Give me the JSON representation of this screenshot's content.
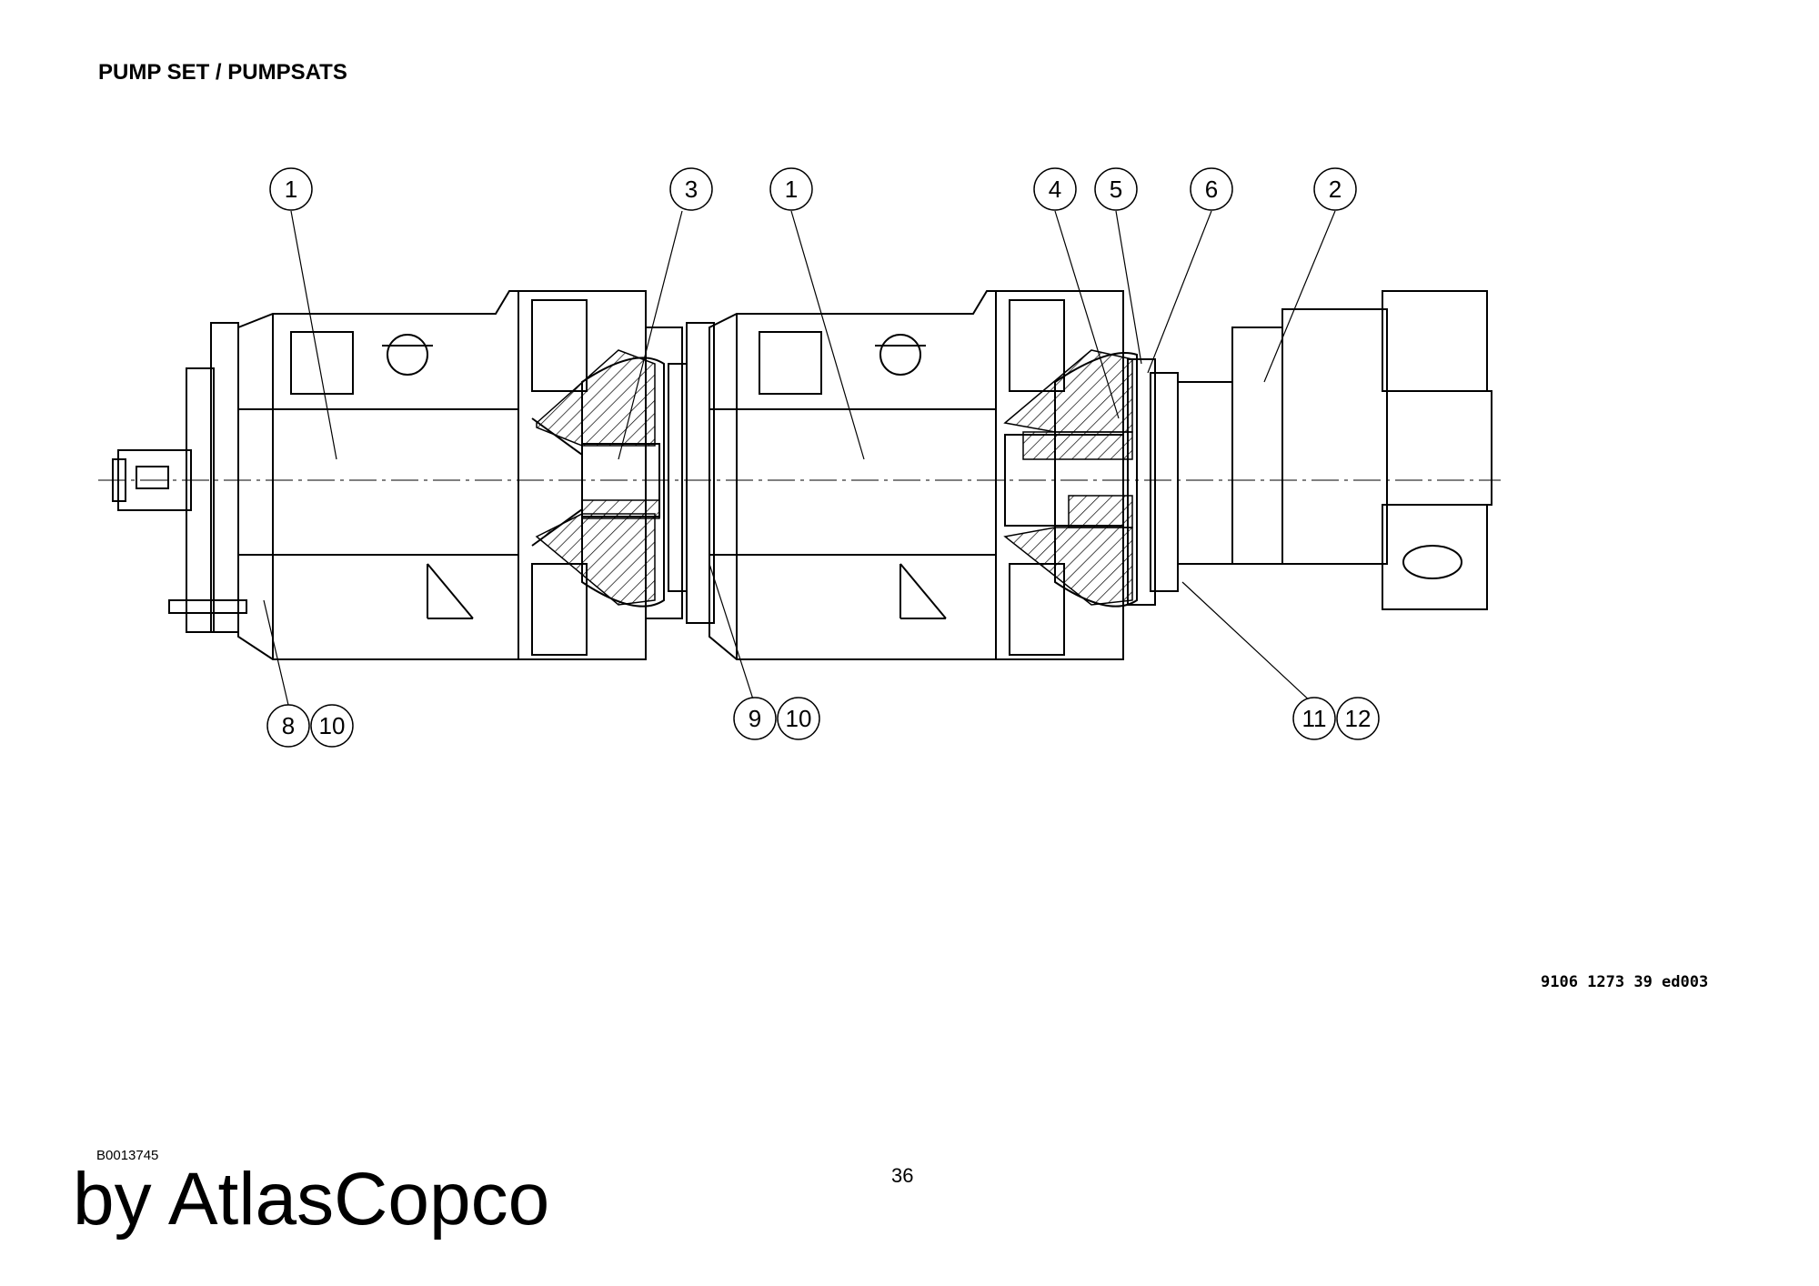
{
  "header": {
    "title": "PUMP SET / PUMPSATS"
  },
  "drawing": {
    "callouts": [
      "1",
      "3",
      "1",
      "4",
      "5",
      "6",
      "2",
      "8",
      "10",
      "9",
      "10",
      "11",
      "12"
    ],
    "drawing_number": "9106 1273 39 ed003"
  },
  "footer": {
    "doc_code": "B0013745",
    "brand": "by AtlasCopco",
    "page_number": "36"
  }
}
